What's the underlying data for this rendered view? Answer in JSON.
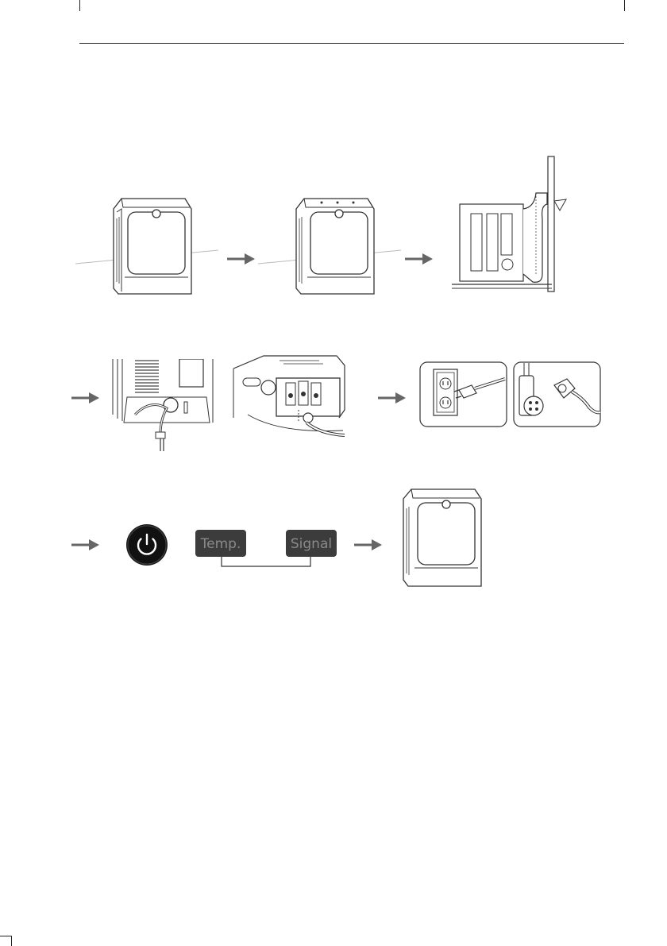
{
  "page": {
    "background": "#ffffff",
    "accent": "#666666"
  },
  "icons": {
    "arrow": "right-arrow",
    "power": "power-icon",
    "outlet": "wall-outlet",
    "plug": "power-plug"
  },
  "control_panel": {
    "temp_label": "Temp.",
    "signal_label": "Signal"
  }
}
